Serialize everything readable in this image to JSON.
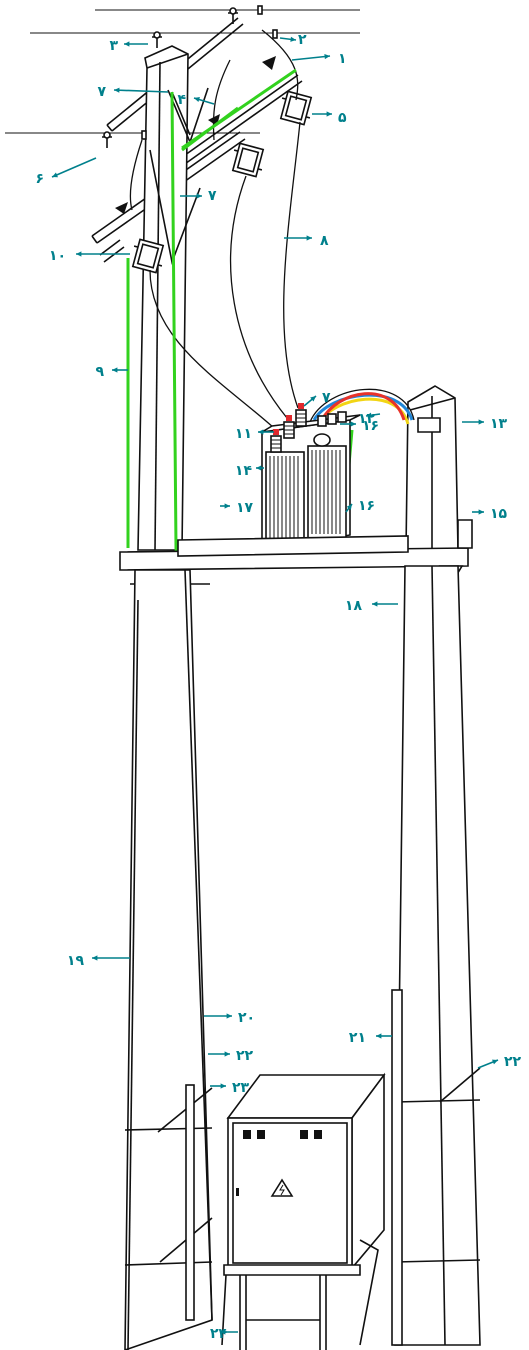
{
  "colors": {
    "label": "#00808c",
    "ground_wire": "#32d21e",
    "bushing_red": "#e0282d",
    "cable_red": "#e8332a",
    "cable_yellow": "#f2d515",
    "cable_blue": "#1f86d8"
  },
  "callouts": [
    {
      "id": "1",
      "text": "۱"
    },
    {
      "id": "2",
      "text": "۲"
    },
    {
      "id": "3",
      "text": "۳"
    },
    {
      "id": "4",
      "text": "۴"
    },
    {
      "id": "5",
      "text": "۵"
    },
    {
      "id": "6",
      "text": "۶"
    },
    {
      "id": "7a",
      "text": "۷"
    },
    {
      "id": "7b",
      "text": "۷"
    },
    {
      "id": "7c",
      "text": "۷"
    },
    {
      "id": "8",
      "text": "۸"
    },
    {
      "id": "9",
      "text": "۹"
    },
    {
      "id": "10",
      "text": "۱۰"
    },
    {
      "id": "11",
      "text": "۱۱"
    },
    {
      "id": "12",
      "text": "۱۲"
    },
    {
      "id": "13",
      "text": "۱۳"
    },
    {
      "id": "14",
      "text": "۱۴"
    },
    {
      "id": "15",
      "text": "۱۵"
    },
    {
      "id": "16a",
      "text": "۱۶"
    },
    {
      "id": "16b",
      "text": "۱۶"
    },
    {
      "id": "17",
      "text": "۱۷"
    },
    {
      "id": "18",
      "text": "۱۸"
    },
    {
      "id": "19",
      "text": "۱۹"
    },
    {
      "id": "20",
      "text": "۲۰"
    },
    {
      "id": "21",
      "text": "۲۱"
    },
    {
      "id": "22a",
      "text": "۲۲"
    },
    {
      "id": "22b",
      "text": "۲۲"
    },
    {
      "id": "23",
      "text": "۲۳"
    },
    {
      "id": "24",
      "text": "۲۴"
    }
  ],
  "icons": {
    "warning_sign": "high-voltage-warning-icon"
  }
}
